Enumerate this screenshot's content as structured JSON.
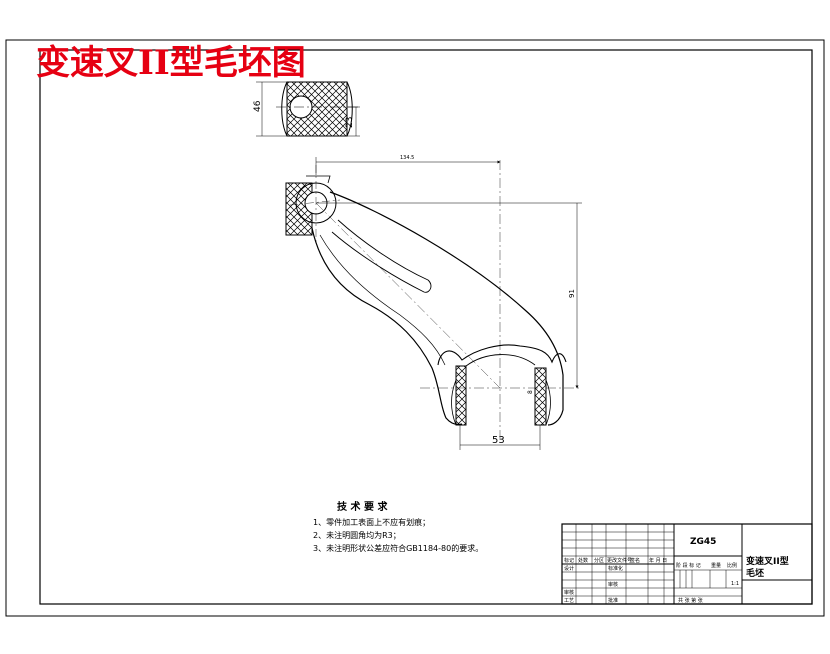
{
  "drawing": {
    "title": "变速叉II型毛坯图",
    "dimensions": {
      "d46": "46",
      "d23": "23",
      "d1345": "134.5",
      "d91": "91",
      "d8": "8",
      "d53": "53"
    }
  },
  "tech_requirements": {
    "heading": "技 术 要 求",
    "items": [
      "1、零件加工表面上不应有划痕；",
      "2、未注明圆角均为R3；",
      "3、未注明形状公差应符合GB1184-80的要求。"
    ]
  },
  "title_block": {
    "material": "ZG45",
    "part_name_line1": "变速叉II型",
    "part_name_line2": "毛坯",
    "scale": "1:1",
    "row_headers": [
      "标记",
      "处数",
      "分区",
      "更改文件号",
      "签名",
      "年 月 日"
    ],
    "role_labels": [
      "设计",
      "审核",
      "工艺"
    ],
    "mid_labels": [
      "标准化",
      "审核",
      "批准"
    ],
    "stage_labels": "阶 段 标 记",
    "weight_label": "重量",
    "ratio_label": "比例",
    "sheet_labels": "共   张   第   张"
  },
  "colors": {
    "title": "#e60012",
    "line": "#000000"
  }
}
